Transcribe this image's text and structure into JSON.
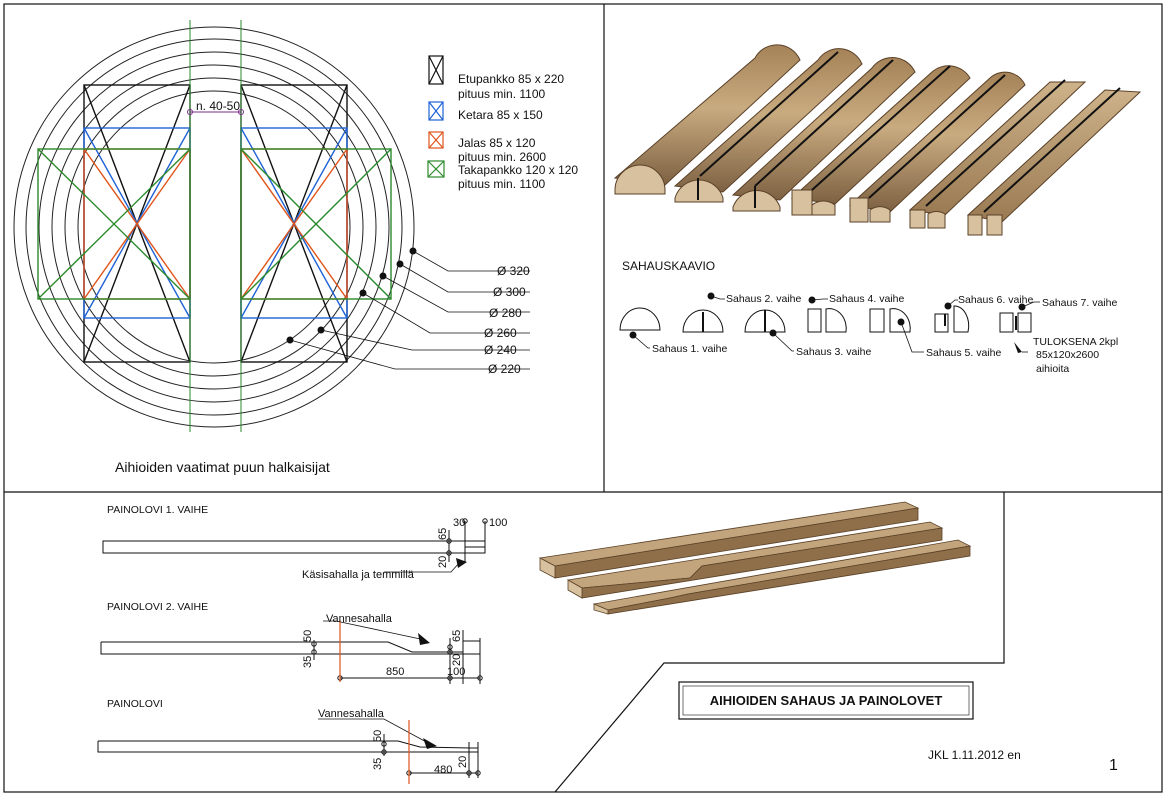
{
  "log_diagram": {
    "caption": "Aihioiden vaatimat puun halkaisijat",
    "gap_label": "n. 40-50",
    "diameters": [
      "Ø 320",
      "Ø 300",
      "Ø 280",
      "Ø 260",
      "Ø 240",
      "Ø 220"
    ],
    "legend": [
      {
        "color": "#111111",
        "line1": "Etupankko 85 x 220",
        "line2": "pituus min. 1100"
      },
      {
        "color": "#1f62d6",
        "line1": "Ketara 85 x 150",
        "line2": ""
      },
      {
        "color": "#e0541a",
        "line1": "Jalas  85 x 120",
        "line2": "pituus min. 2600"
      },
      {
        "color": "#2b8a2b",
        "line1": "Takapankko 120 x 120",
        "line2": " pituus min. 1100"
      }
    ]
  },
  "sawing": {
    "title": "SAHAUSKAAVIO",
    "steps": [
      "Sahaus 1. vaihe",
      "Sahaus 2. vaihe",
      "Sahaus 3. vaihe",
      "Sahaus 4. vaihe",
      "Sahaus 5. vaihe",
      "Sahaus 6. vaihe",
      "Sahaus 7. vaihe"
    ],
    "result": [
      "TULOKSENA 2kpl",
      "85x120x2600",
      "aihioita"
    ]
  },
  "painolovi": {
    "stage1": {
      "title": "PAINOLOVI 1. VAIHE",
      "note": "Käsisahalla ja temmillä",
      "dims": [
        "30",
        "100",
        "65",
        "20"
      ]
    },
    "stage2": {
      "title": "PAINOLOVI 2. VAIHE",
      "note": "Vannesahalla",
      "dims": [
        "50",
        "35",
        "65",
        "20",
        "850",
        "100"
      ]
    },
    "stage3": {
      "title": "PAINOLOVI",
      "note": "Vannesahalla",
      "dims": [
        "50",
        "35",
        "480",
        "20"
      ]
    }
  },
  "title_block": {
    "title": "AIHIOIDEN SAHAUS JA PAINOLOVET",
    "author": "JKL  1.11.2012  en",
    "sheet": "1"
  },
  "colors": {
    "black": "#111111",
    "blue": "#1f62d6",
    "orange": "#e0541a",
    "green": "#2b8a2b",
    "wood": "#b89566"
  }
}
